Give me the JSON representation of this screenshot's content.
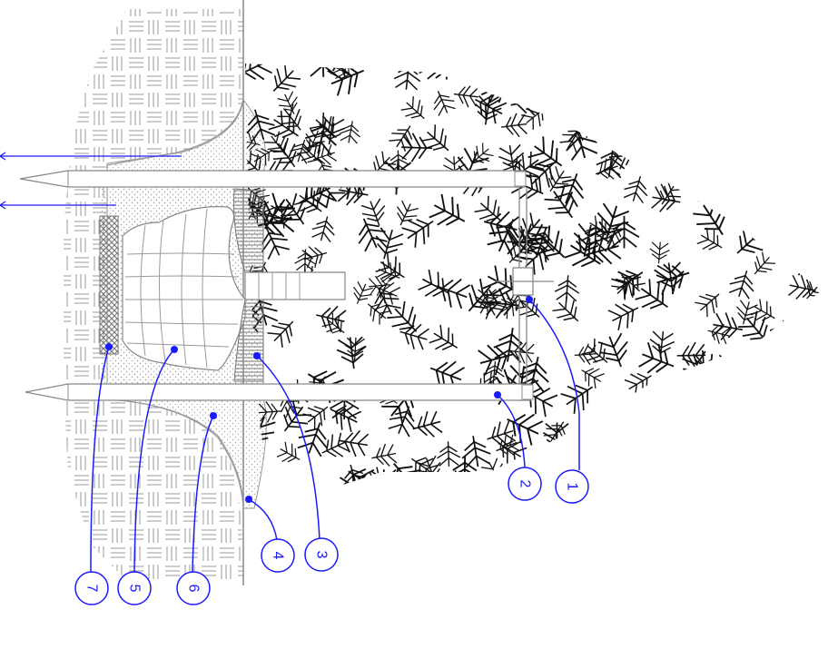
{
  "figure": {
    "callouts": [
      {
        "label": "1"
      },
      {
        "label": "2"
      },
      {
        "label": "3"
      },
      {
        "label": "4"
      },
      {
        "label": "5"
      },
      {
        "label": "6"
      },
      {
        "label": "7"
      }
    ]
  },
  "colors": {
    "leader": "#1a1aff",
    "line": "#888888",
    "foliage": "#111111",
    "stipple": "#bbbbbb",
    "brick": "#9a9a9a"
  }
}
